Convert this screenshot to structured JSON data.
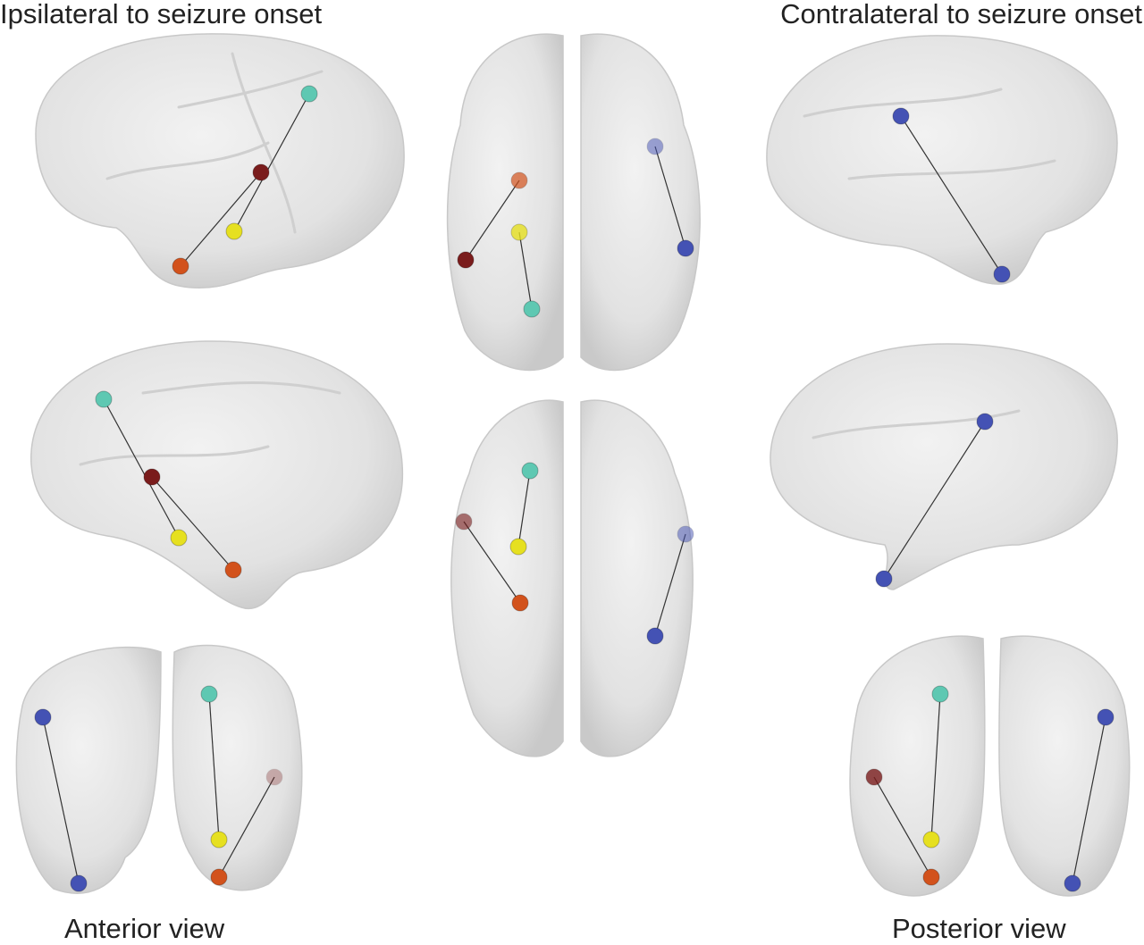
{
  "labels": {
    "ipsilateral": "Ipsilateral to seizure onset",
    "contralateral": "Contralateral to seizure onset",
    "anterior": "Anterior view",
    "posterior": "Posterior view"
  },
  "node_colors": {
    "cyan": "#5ec8b2",
    "darkred": "#7a1c1c",
    "yellow": "#e6e020",
    "orange": "#d2521c",
    "blue": "#4452b4"
  }
}
